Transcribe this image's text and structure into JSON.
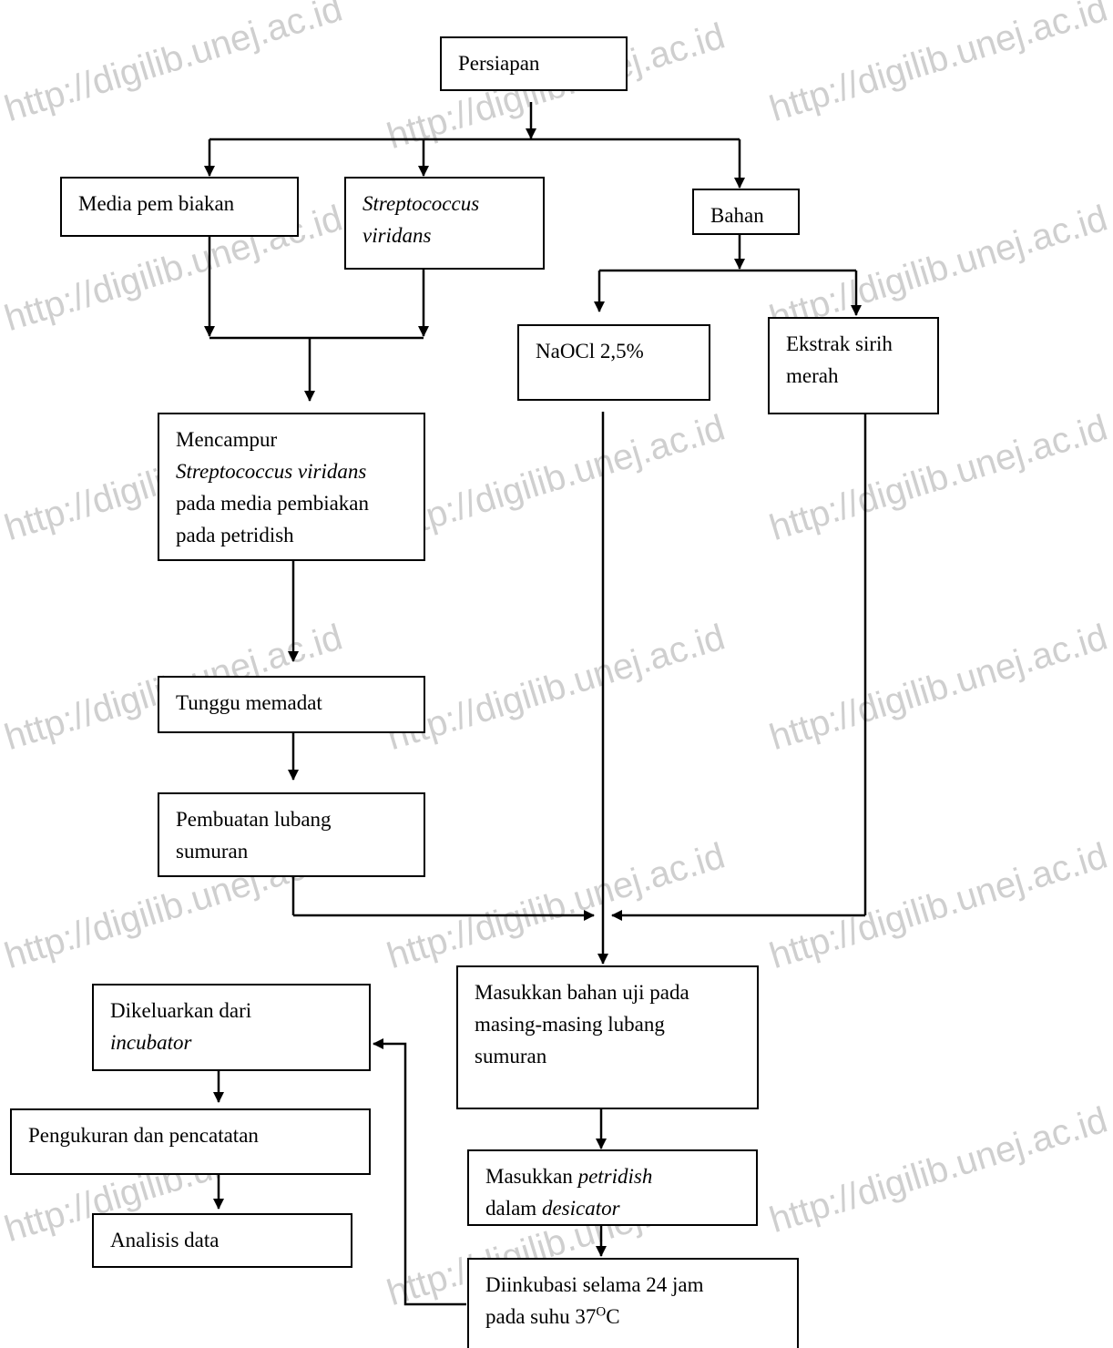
{
  "watermark": "http://digilib.unej.ac.id",
  "nodes": {
    "persiapan": "Persiapan",
    "media": "Media pem biakan",
    "strep_1": "Streptococcus",
    "strep_2": "viridans",
    "bahan": "Bahan",
    "naocl": "NaOCl 2,5%",
    "ekstrak_1": "Ekstrak sirih",
    "ekstrak_2": "merah",
    "mencampur_1": "Mencampur",
    "mencampur_2": "Streptococcus viridans",
    "mencampur_3": "pada media pembiakan",
    "mencampur_4": "pada petridish",
    "tunggu": "Tunggu memadat",
    "lubang_1": "Pembuatan lubang",
    "lubang_2": "sumuran",
    "masukkan_1": "Masukkan bahan uji pada",
    "masukkan_2": "masing-masing lubang",
    "masukkan_3": "sumuran",
    "petri_1a": "Masukkan ",
    "petri_1b": "petridish",
    "petri_2a": "dalam ",
    "petri_2b": "desicator",
    "inkubasi_1": "Diinkubasi selama  24 jam",
    "inkubasi_2a": "pada suhu 37",
    "inkubasi_2b": "O",
    "inkubasi_2c": "C",
    "dikeluarkan_1": "Dikeluarkan dari",
    "dikeluarkan_2": "incubator",
    "pengukuran": "Pengukuran dan pencatatan",
    "analisis": "Analisis data"
  }
}
